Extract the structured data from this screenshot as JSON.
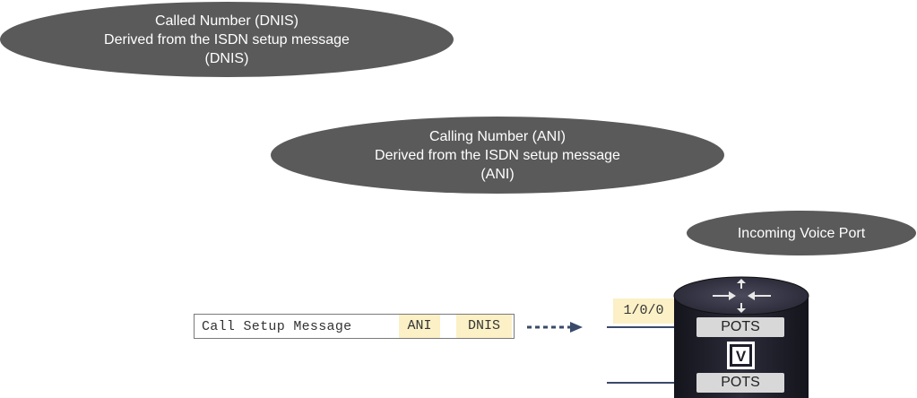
{
  "callouts": {
    "dnis": {
      "line1": "Called Number (DNIS)",
      "line2": "Derived from the ISDN setup message",
      "line3": "(DNIS)"
    },
    "ani": {
      "line1": "Calling Number (ANI)",
      "line2": "Derived from the ISDN setup message",
      "line3": "(ANI)"
    },
    "voice_port": {
      "label": "Incoming Voice Port"
    }
  },
  "setup_message": {
    "label": "Call Setup Message",
    "ani_tag": "ANI",
    "dnis_tag": "DNIS"
  },
  "router": {
    "port_id": "1/0/0",
    "pots_top": "POTS",
    "pots_bottom": "POTS",
    "voice_symbol": "V"
  },
  "colors": {
    "bubble": "#5a5a5a",
    "tag_highlight": "#fbf0c6",
    "arrow": "#3a4a6a",
    "router_body": "#1e1e2a"
  }
}
